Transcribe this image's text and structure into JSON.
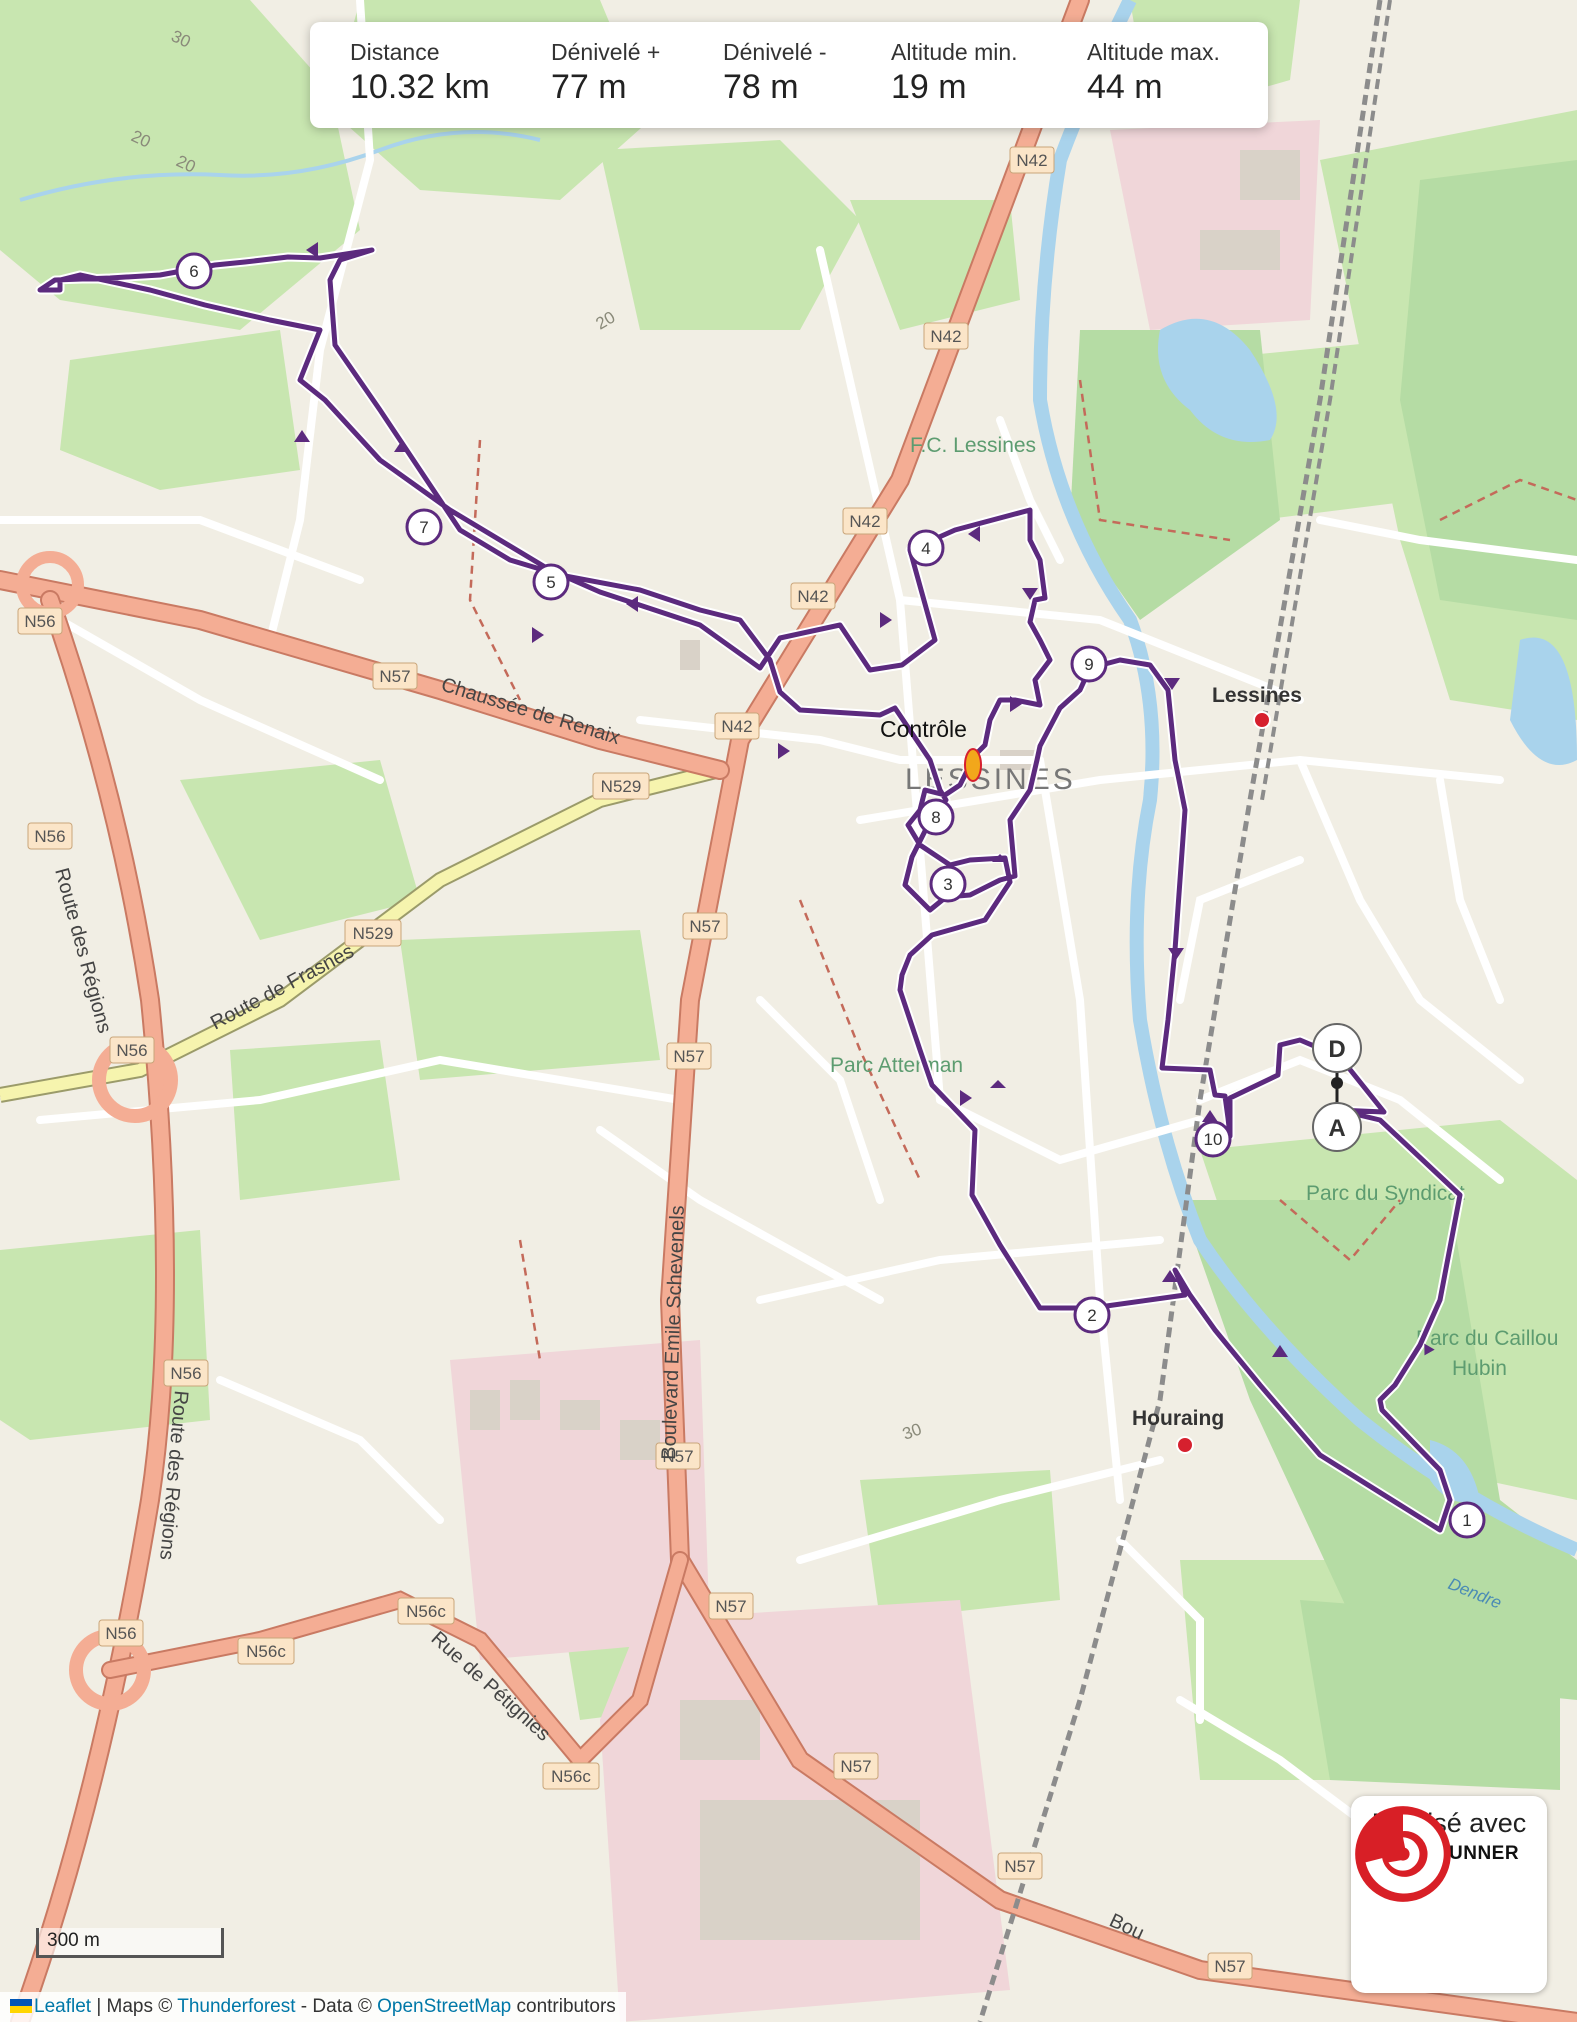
{
  "stats": [
    {
      "label": "Distance",
      "value": "10.32 km"
    },
    {
      "label": "Dénivelé +",
      "value": "77 m"
    },
    {
      "label": "Dénivelé -",
      "value": "78 m"
    },
    {
      "label": "Altitude min.",
      "value": "19 m"
    },
    {
      "label": "Altitude max.",
      "value": "44 m"
    }
  ],
  "markers": {
    "start": "A",
    "finish": "D",
    "control": "Contrôle",
    "waypoints": [
      "1",
      "2",
      "3",
      "4",
      "5",
      "6",
      "7",
      "8",
      "9",
      "10"
    ]
  },
  "places": {
    "town": "LESSINES",
    "fc": "F.C. Lessines",
    "station_lessines": "Lessines",
    "station_houraing": "Houraing",
    "parc_atterman": "Parc Atterman",
    "parc_syndicat": "Parc du Syndicat",
    "parc_caillou_1": "Parc du Caillou",
    "parc_caillou_2": "Hubin",
    "river": "Dendre"
  },
  "roads": {
    "n56": "N56",
    "n57": "N57",
    "n42": "N42",
    "n529": "N529",
    "n56c": "N56c",
    "renaix": "Chaussée de Renaix",
    "frasnes": "Route de Frasnes",
    "regions": "Route des Régions",
    "regions_2": "Route des Régions",
    "schevenels": "Boulevard Emile Schevenels",
    "petignies": "Rue de Pétignies",
    "bou": "Bou"
  },
  "contours": [
    "30",
    "20",
    "20",
    "20",
    "30"
  ],
  "credit": {
    "text": "Réalisé avec",
    "brand": "OPENRUNNER"
  },
  "scale": "300 m",
  "attribution": {
    "leaflet": "Leaflet",
    "sep1": " | Maps © ",
    "thunderforest": "Thunderforest",
    "sep2": " - Data © ",
    "osm": "OpenStreetMap",
    "suffix": " contributors"
  },
  "colors": {
    "route": "#5c2a7e",
    "water": "#a7d3ee",
    "forest": "#c6e6b7",
    "major_road": "#f2a98f",
    "minor_major": "#f4f1a8",
    "industrial": "#f0d4d8"
  }
}
